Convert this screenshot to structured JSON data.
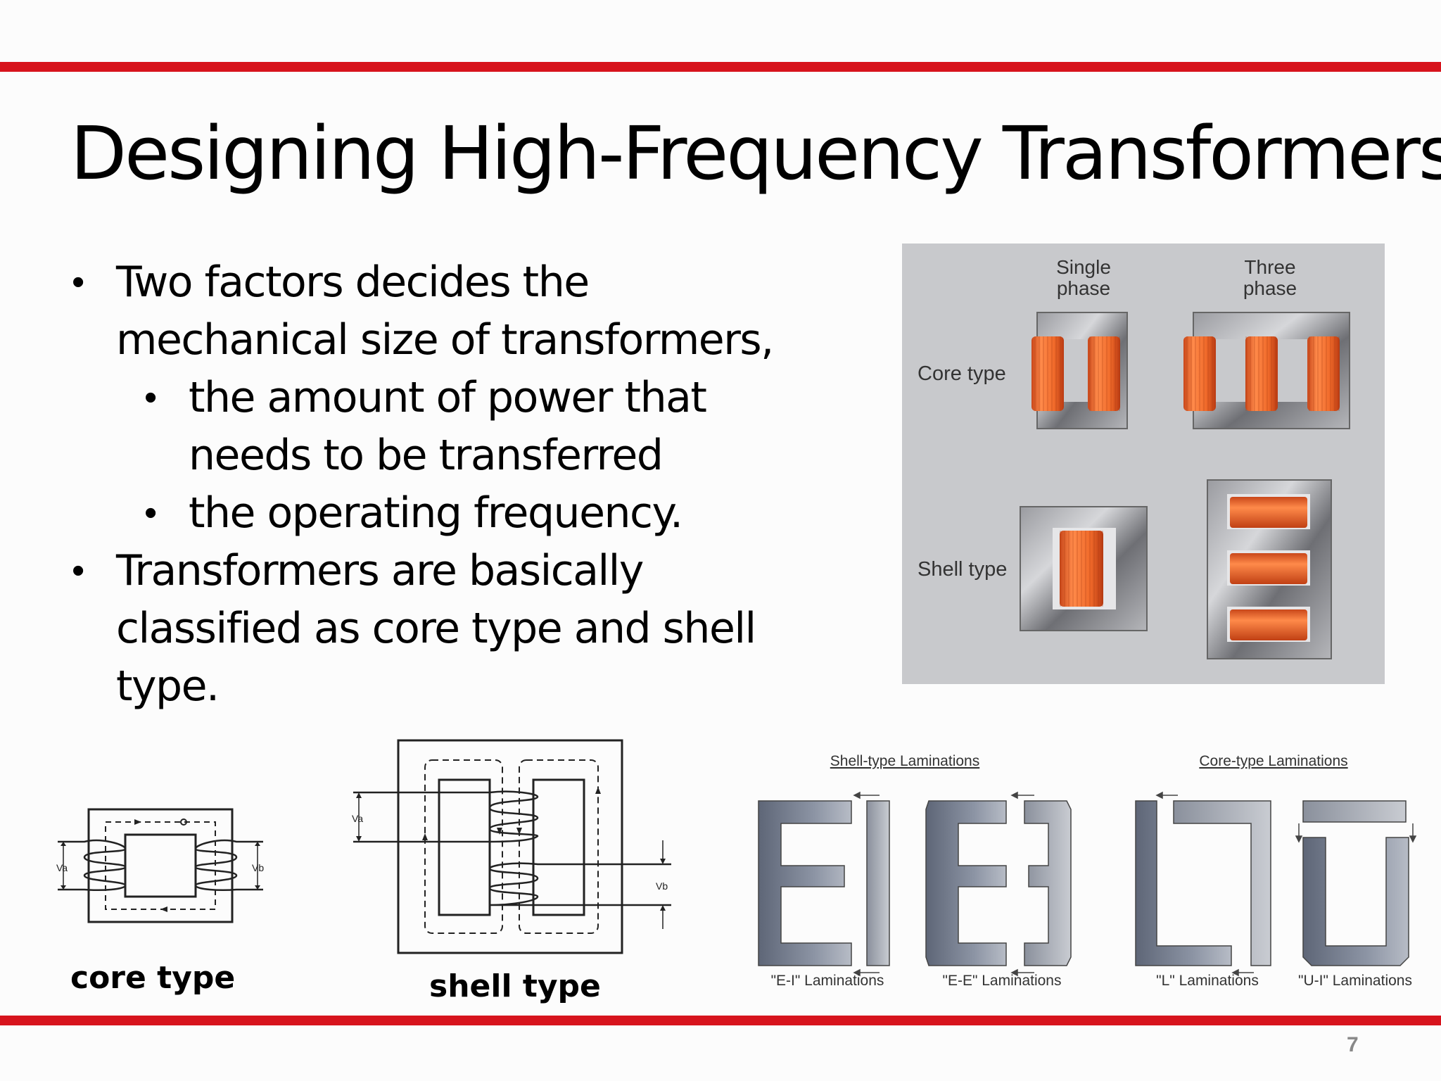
{
  "slide": {
    "title": "Designing High-Frequency Transformers",
    "page_number": "7"
  },
  "bullets": {
    "b1_line1": "Two factors decides the",
    "b1_line2": "mechanical size of transformers,",
    "s1_line1": "the amount of power that",
    "s1_line2": "needs to be transferred",
    "s2_line1": "the operating frequency.",
    "b2_line1": "Transformers are basically",
    "b2_line2": "classified as core type and shell",
    "b2_line3": "type."
  },
  "photo": {
    "col_single_1": "Single",
    "col_single_2": "phase",
    "col_three_1": "Three",
    "col_three_2": "phase",
    "row_core": "Core type",
    "row_shell": "Shell type"
  },
  "diagrams": {
    "core_caption": "core type",
    "shell_caption": "shell type",
    "core_va": "Va",
    "core_vb": "Vb",
    "shell_va": "Va",
    "shell_vb": "Vb"
  },
  "laminations": {
    "shell_heading": "Shell-type Laminations",
    "core_heading": "Core-type Laminations",
    "ei": "\"E-I\" Laminations",
    "ee": "\"E-E\" Laminations",
    "l": "\"L\" Laminations",
    "ui": "\"U-I\" Laminations"
  },
  "colors": {
    "accent_bar": "#d7141d",
    "coil": "#f06a2a",
    "photo_bg": "#c8c9cc"
  }
}
